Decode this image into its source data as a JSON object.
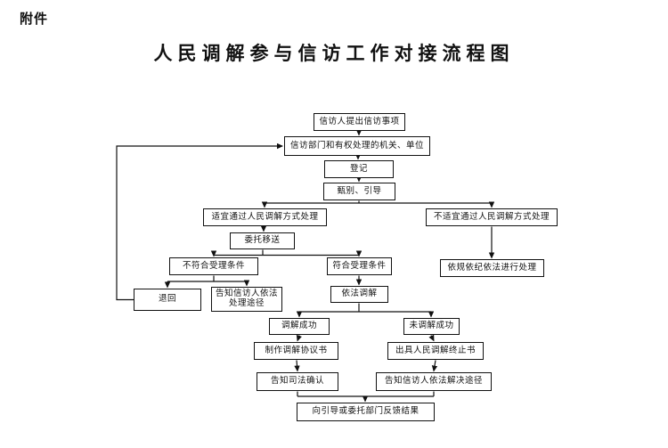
{
  "page": {
    "attachment_label": "附件",
    "title": "人民调解参与信访工作对接流程图",
    "colors": {
      "ink": "#111111",
      "background": "#ffffff"
    }
  },
  "flowchart": {
    "nodes": {
      "petition_submit": "信访人提出信访事项",
      "petition_dept": "信访部门和有权处理的机关、单位",
      "register": "登记",
      "screen_guide": "甄别、引导",
      "suitable": "适宜通过人民调解方式处理",
      "not_suitable": "不适宜通过人民调解方式处理",
      "entrust_transfer": "委托移送",
      "not_meet_conditions": "不符合受理条件",
      "meet_conditions": "符合受理条件",
      "handle_by_rules": "依规依纪依法进行处理",
      "return_back": "退回",
      "inform_handle_channel": "告知信访人依法\n处理途径",
      "mediate_by_law": "依法调解",
      "mediation_success": "调解成功",
      "mediation_not_success": "未调解成功",
      "make_agreement": "制作调解协议书",
      "issue_termination": "出具人民调解终止书",
      "inform_judicial_confirm": "告知司法确认",
      "inform_resolve_channel": "告知信访人依法解决途径",
      "feedback_result": "向引导或委托部门反馈结果"
    },
    "edges": [
      {
        "from": "petition_submit",
        "to": "petition_dept"
      },
      {
        "from": "petition_dept",
        "to": "register"
      },
      {
        "from": "register",
        "to": "screen_guide"
      },
      {
        "from": "screen_guide",
        "to": "suitable"
      },
      {
        "from": "screen_guide",
        "to": "not_suitable"
      },
      {
        "from": "suitable",
        "to": "entrust_transfer"
      },
      {
        "from": "entrust_transfer",
        "to": "not_meet_conditions"
      },
      {
        "from": "entrust_transfer",
        "to": "meet_conditions"
      },
      {
        "from": "not_suitable",
        "to": "handle_by_rules"
      },
      {
        "from": "not_meet_conditions",
        "to": "return_back"
      },
      {
        "from": "not_meet_conditions",
        "to": "inform_handle_channel"
      },
      {
        "from": "return_back",
        "to": "petition_dept"
      },
      {
        "from": "meet_conditions",
        "to": "mediate_by_law"
      },
      {
        "from": "mediate_by_law",
        "to": "mediation_success"
      },
      {
        "from": "mediate_by_law",
        "to": "mediation_not_success"
      },
      {
        "from": "mediation_success",
        "to": "make_agreement"
      },
      {
        "from": "mediation_not_success",
        "to": "issue_termination"
      },
      {
        "from": "make_agreement",
        "to": "inform_judicial_confirm"
      },
      {
        "from": "issue_termination",
        "to": "inform_resolve_channel"
      },
      {
        "from": "inform_judicial_confirm",
        "to": "feedback_result"
      },
      {
        "from": "inform_resolve_channel",
        "to": "feedback_result"
      }
    ]
  }
}
